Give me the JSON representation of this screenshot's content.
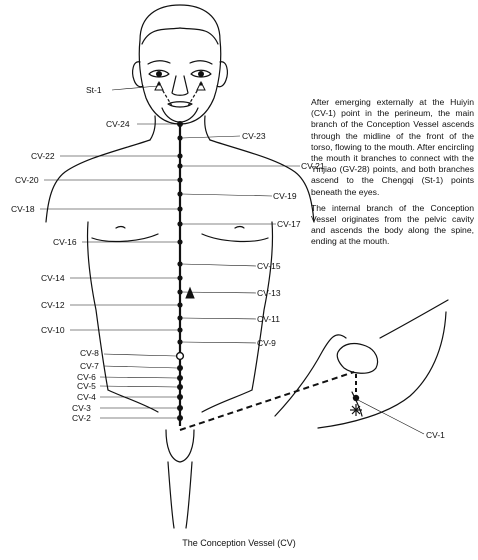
{
  "description": {
    "paragraph_1": "After emerging externally at the Huiyin (CV-1) point in the perineum, the main branch of the Conception Vessel ascends through the midline of the front of the torso, flowing to the mouth. After encircling the mouth it branches to connect with the Yinjiao (GV-28) points, and both branches ascend to the Chengqi (St-1) points beneath the eyes.",
    "paragraph_2": "The internal branch of the Conception Vessel originates from the pelvic cavity and ascends the body along the spine, ending at the mouth."
  },
  "caption": "The Conception Vessel (CV)",
  "labels": {
    "st1": "St-1",
    "cv1": "CV-1",
    "cv2": "CV-2",
    "cv3": "CV-3",
    "cv4": "CV-4",
    "cv5": "CV-5",
    "cv6": "CV-6",
    "cv7": "CV-7",
    "cv8": "CV-8",
    "cv9": "CV-9",
    "cv10": "CV-10",
    "cv11": "CV-11",
    "cv12": "CV-12",
    "cv13": "CV-13",
    "cv14": "CV-14",
    "cv15": "CV-15",
    "cv16": "CV-16",
    "cv17": "CV-17",
    "cv18": "CV-18",
    "cv19": "CV-19",
    "cv20": "CV-20",
    "cv21": "CV-21",
    "cv22": "CV-22",
    "cv23": "CV-23",
    "cv24": "CV-24"
  }
}
